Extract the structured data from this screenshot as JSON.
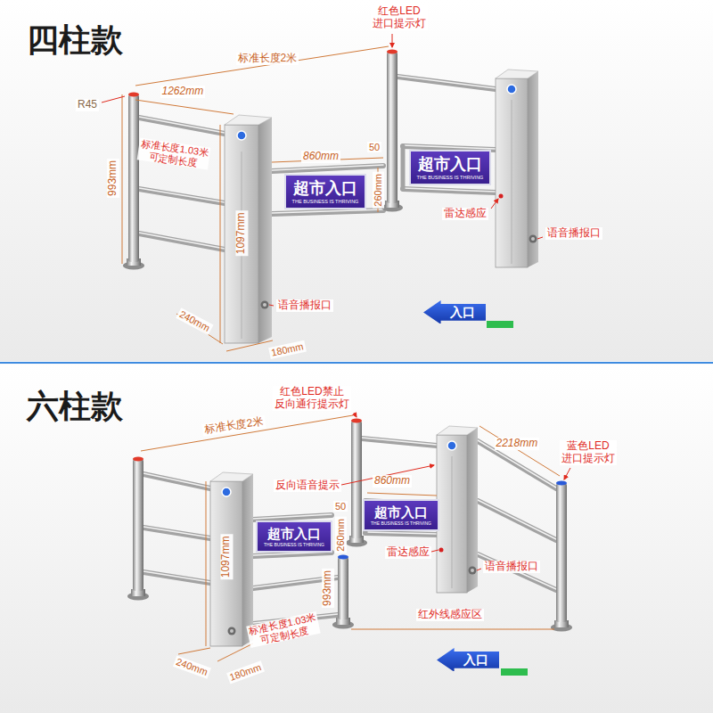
{
  "diagram": {
    "nodes": [
      {
        "text": [
          "超市入口",
          "THE BUSINESS IS THRIVING"
        ]
      },
      {
        "text": [
          "超市入口",
          "THE BUSINESS IS THRIVING"
        ]
      },
      {
        "text": [
          "入口"
        ]
      },
      {
        "text": [
          "超市入口",
          "THE BUSINESS IS THRIVING"
        ]
      },
      {
        "text": [
          "超市入口",
          "THE BUSINESS IS THRIVING"
        ]
      },
      {
        "text": [
          "入口"
        ]
      }
    ],
    "labels": [
      "四柱款",
      "红色LED 进口提示灯",
      "标准长度2米",
      "R45",
      "1262mm",
      "标准长度1.03米 可定制长度",
      "993mm",
      "860mm",
      "50",
      "260mm",
      "1097mm",
      "雷达感应",
      "语音播报口",
      "语音播报口",
      "240mm",
      "180mm",
      "六柱款",
      "红色LED禁止 反向通行提示灯",
      "标准长度2米",
      "2218mm",
      "蓝色LED 进口提示灯",
      "反向语音提示",
      "860mm",
      "50",
      "260mm",
      "1097mm",
      "雷达感应",
      "语音播报口",
      "993mm",
      "标准长度1.03米 可定制长度",
      "红外线感应区",
      "240mm",
      "180mm"
    ]
  }
}
